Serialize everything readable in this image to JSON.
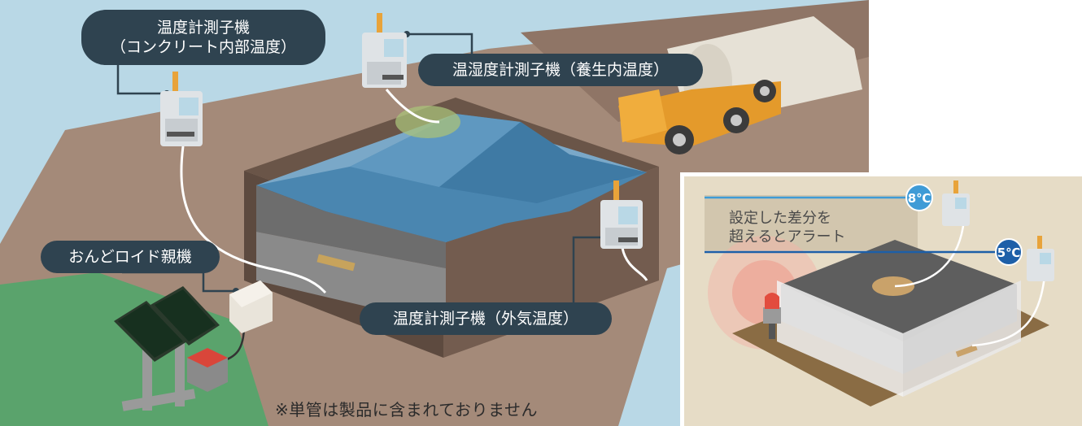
{
  "callouts": {
    "concrete_sensor": {
      "line1": "温度計測子機",
      "line2": "（コンクリート内部温度）"
    },
    "curing_sensor": {
      "label": "温湿度計測子機（養生内温度）"
    },
    "base_unit": {
      "label": "おんどロイド親機"
    },
    "outdoor_sensor": {
      "label": "温度計測子機（外気温度）"
    }
  },
  "inset": {
    "note_line1": "設定した差分を",
    "note_line2": "超えるとアラート",
    "badge_upper": "8℃",
    "badge_lower": "5℃"
  },
  "footnote": "※単管は製品に含まれておりません",
  "colors": {
    "sky": "#b9d8e6",
    "ground": "#a48a79",
    "grass": "#5aa36c",
    "water": "#4a86b0",
    "callout_bg": "#2f4350",
    "badge_upper": "#3f9bd6",
    "badge_lower": "#1d5fa8",
    "truck": "#e49a2b"
  }
}
